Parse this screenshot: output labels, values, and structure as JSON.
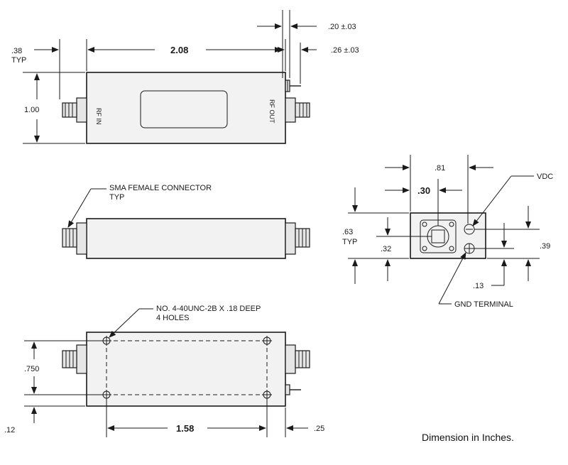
{
  "top_view": {
    "dim_length": "2.08",
    "dim_flange": ".38",
    "dim_flange_sub": "TYP",
    "dim_height": "1.00",
    "dim_terminal_a": ".20 ±.03",
    "dim_terminal_b": ".26 ±.03",
    "port_in": "RF IN",
    "port_out": "RF OUT"
  },
  "side_view": {
    "connector_note": "SMA FEMALE CONNECTOR",
    "connector_note_sub": "TYP"
  },
  "bottom_view": {
    "holes_note": "NO. 4-40UNC-2B X .18 DEEP",
    "holes_note_sub": "4 HOLES",
    "dim_hole_spacing_y": ".750",
    "dim_hole_offset_y": ".12",
    "dim_hole_spacing_x": "1.58",
    "dim_hole_offset_x": ".25"
  },
  "end_view": {
    "dim_width": ".81",
    "dim_connector_x": ".30",
    "dim_height": ".63",
    "dim_height_sub": "TYP",
    "dim_connector_y": ".32",
    "dim_vdc_y": ".39",
    "dim_gnd_y": ".13",
    "label_vdc": "VDC",
    "label_gnd": "GND TERMINAL"
  },
  "footer": {
    "units_note": "Dimension in Inches."
  }
}
